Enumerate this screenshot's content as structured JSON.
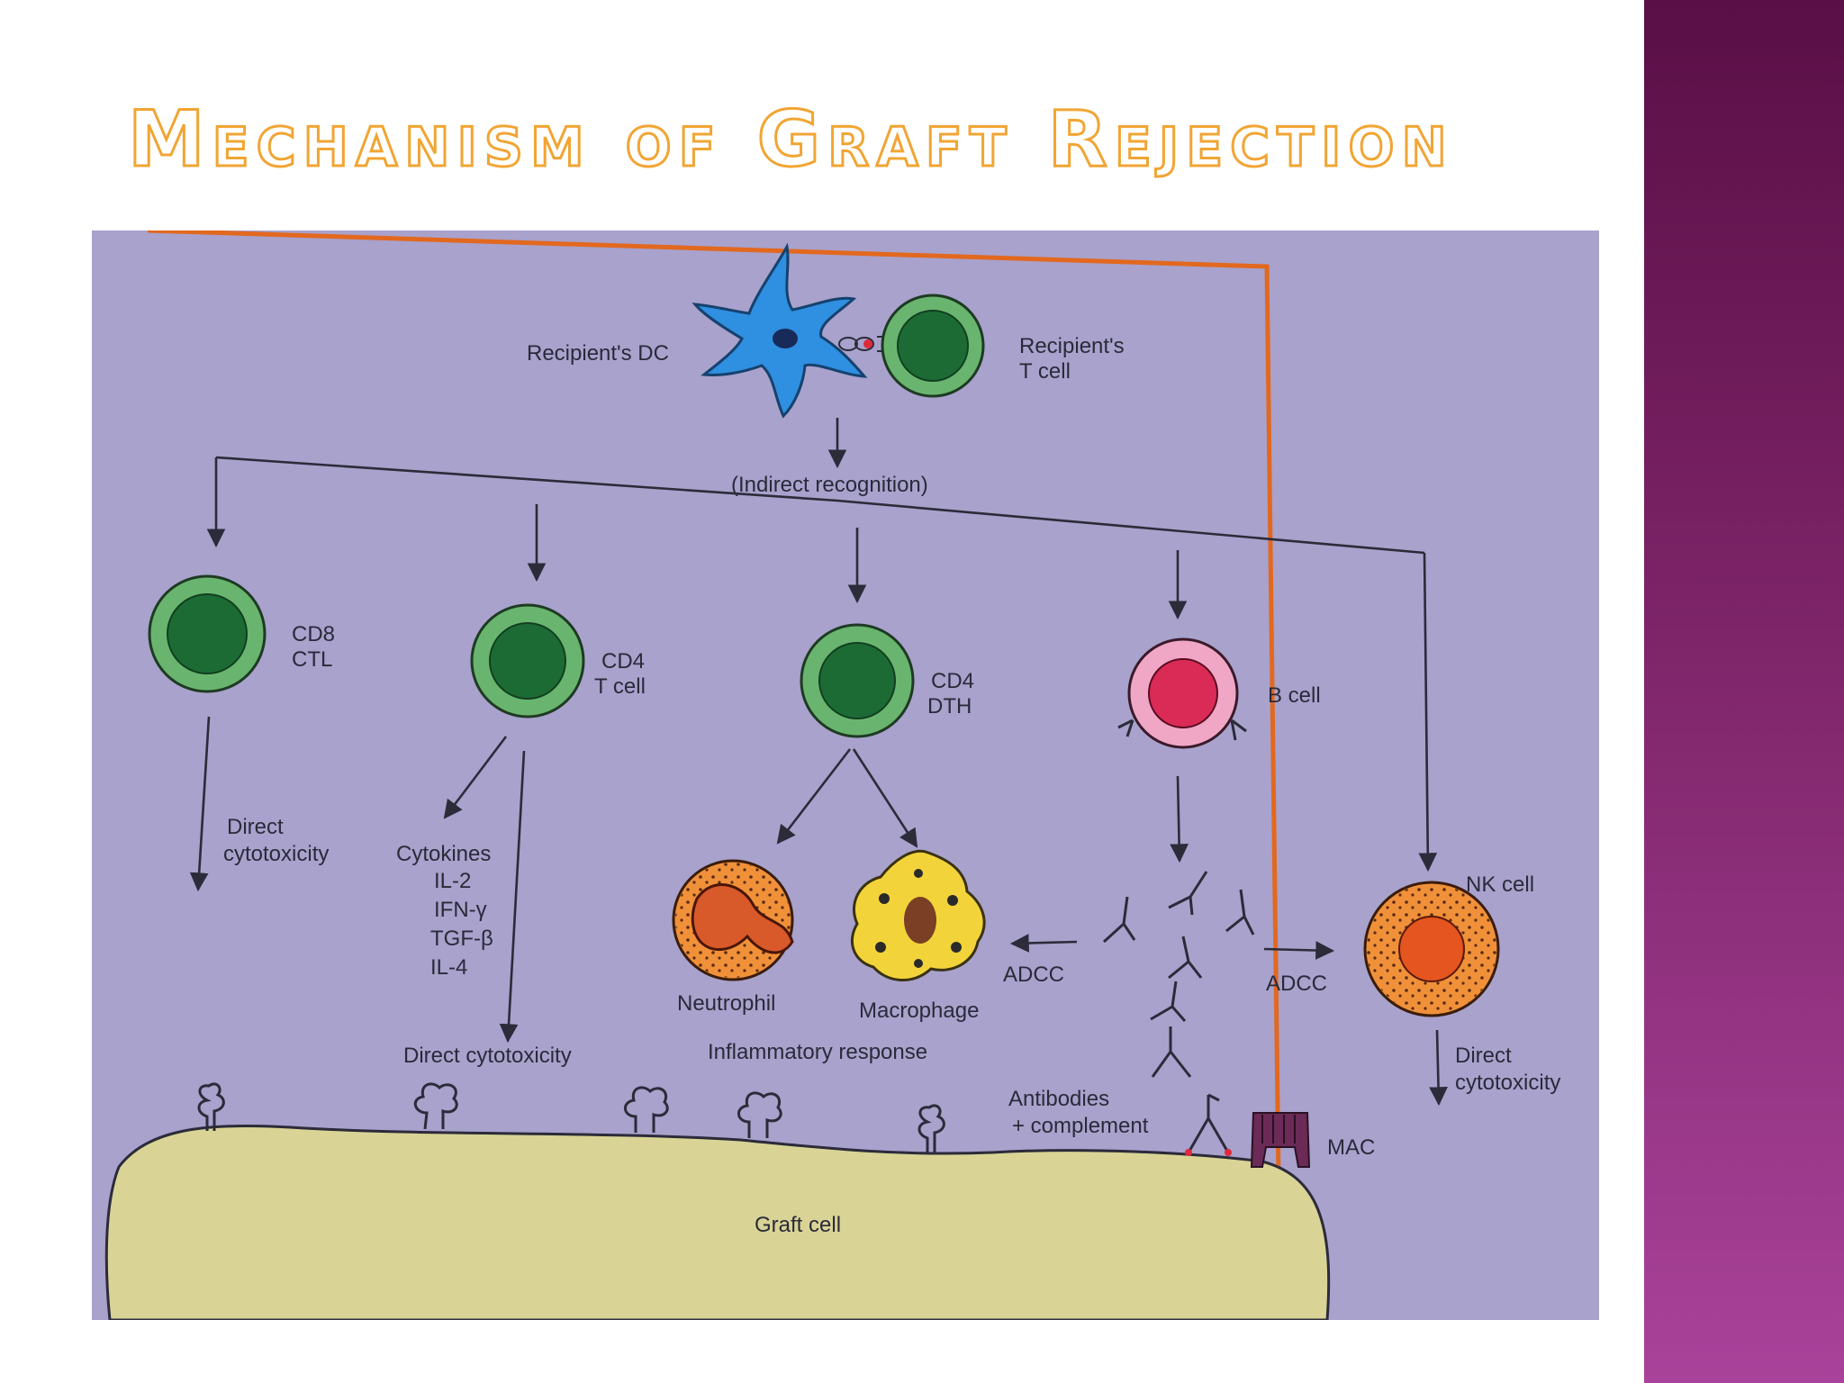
{
  "slide": {
    "title": "Mechanism of Graft Rejection"
  },
  "colors": {
    "title_fill": "#ffffff",
    "title_stroke": "#f1a533",
    "side_band_top": "#5a0f46",
    "side_band_bottom": "#a9429a",
    "diagram_background": "#a8a2cc",
    "diagram_border": "#e2681f",
    "t_cell_ring": "#69b56f",
    "t_cell_core": "#1c6b35",
    "b_cell_ring": "#f0a7c6",
    "b_cell_core": "#d92b55",
    "dendritic_cell": "#2f8fe0",
    "nk_cell": "#f0913a",
    "macrophage": "#f2d43a",
    "graft_cell": "#d9d495"
  },
  "diagram": {
    "recipient_dc": "Recipient's DC",
    "recipient_t_cell_line1": "Recipient's",
    "recipient_t_cell_line2": "T cell",
    "indirect_recognition": "(Indirect recognition)",
    "cd8_line1": "CD8",
    "cd8_line2": "CTL",
    "cd4_t_line1": "CD4",
    "cd4_t_line2": "T cell",
    "cd4_dth_line1": "CD4",
    "cd4_dth_line2": "DTH",
    "b_cell": "B cell",
    "direct_cytotox_cd8_line1": "Direct",
    "direct_cytotox_cd8_line2": "cytotoxicity",
    "cytokines": {
      "heading": "Cytokines",
      "items": [
        "IL-2",
        "IFN-γ",
        "TGF-β",
        "IL-4"
      ]
    },
    "direct_cytotoxicity_cd4": "Direct cytotoxicity",
    "neutrophil": "Neutrophil",
    "macrophage": "Macrophage",
    "inflammatory_response": "Inflammatory response",
    "adcc_left": "ADCC",
    "adcc_right": "ADCC",
    "nk_cell": "NK cell",
    "direct_cytotox_nk_line1": "Direct",
    "direct_cytotox_nk_line2": "cytotoxicity",
    "antibodies_line1": "Antibodies",
    "antibodies_line2": "+ complement",
    "mac": "MAC",
    "graft_cell": "Graft cell"
  }
}
